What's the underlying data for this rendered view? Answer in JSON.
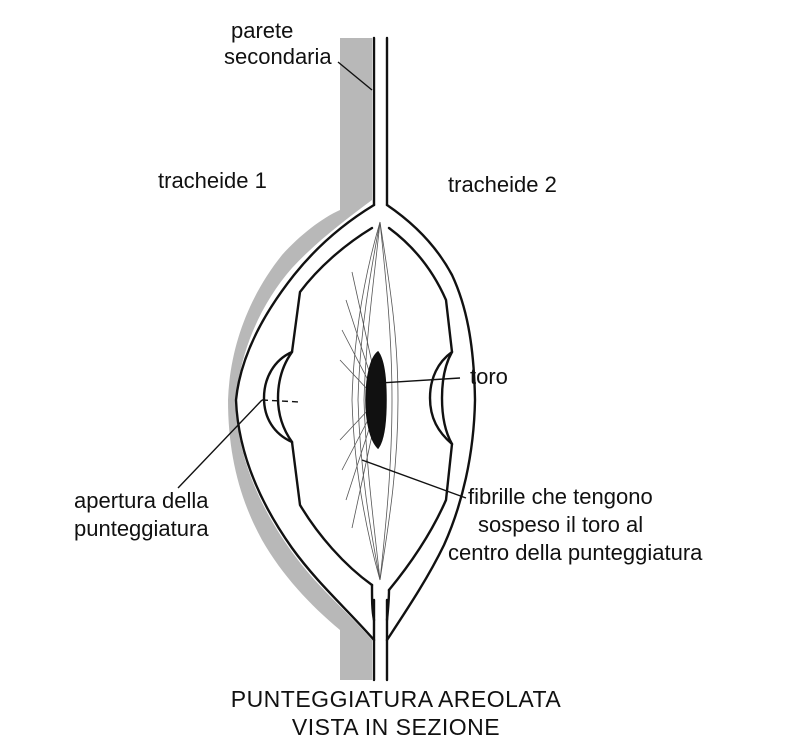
{
  "labels": {
    "parete_secondaria": [
      "parete",
      "secondaria"
    ],
    "tracheide_1": "tracheide 1",
    "tracheide_2": "tracheide 2",
    "toro": "toro",
    "apertura": [
      "apertura della",
      "punteggiatura"
    ],
    "fibrille": [
      "fibrille che tengono",
      "sospeso il toro al",
      "centro della punteggiatura"
    ]
  },
  "caption": [
    "PUNTEGGIATURA AREOLATA",
    "VISTA IN SEZIONE"
  ],
  "colors": {
    "ink": "#111111",
    "wall_gray": "#b8b8b8",
    "background": "#ffffff"
  }
}
